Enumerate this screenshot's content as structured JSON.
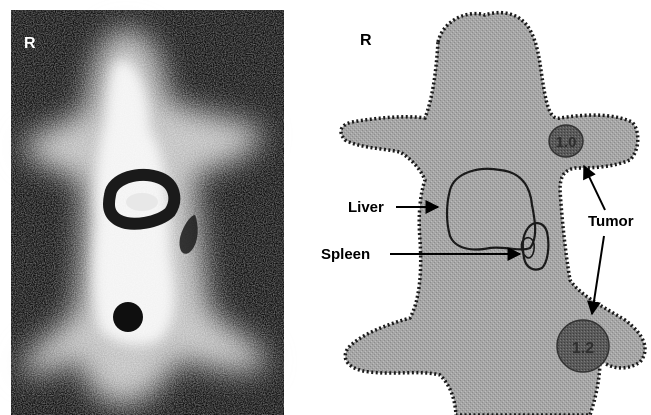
{
  "left_panel": {
    "orientation_label": "R"
  },
  "right_panel": {
    "orientation_label": "R",
    "labels": {
      "liver": "Liver",
      "spleen": "Spleen",
      "tumor": "Tumor"
    },
    "tumor_values": {
      "upper": "1.0",
      "lower": "1.2"
    }
  },
  "colors": {
    "scan_background": "#050505",
    "body_fill": "#a6a6a6",
    "body_outline": "#1a1a1a",
    "organ_outline": "#1a1a1a",
    "tumor_fill": "#555555",
    "text": "#000000",
    "scan_text": "#ffffff"
  }
}
